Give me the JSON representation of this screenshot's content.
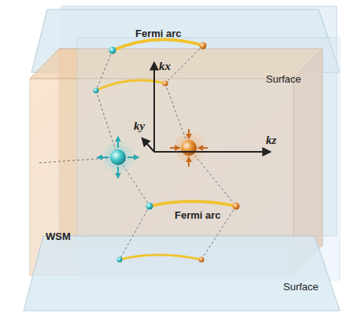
{
  "diagram": {
    "labels": [
      "Fermi arc",
      "Surface",
      "Fermi arc",
      "Surface",
      "WSM",
      "kx",
      "ky",
      "kz"
    ]
  }
}
